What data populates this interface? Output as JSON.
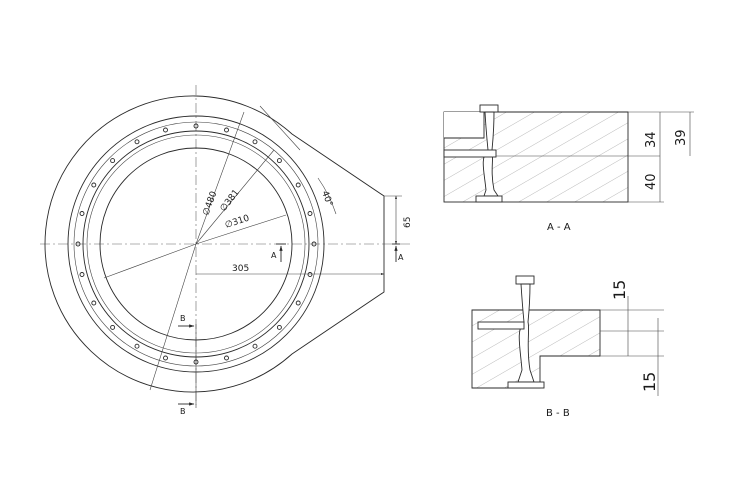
{
  "plan_view": {
    "dia_480": "∅480",
    "dia_381": "∅381",
    "dia_310": "∅310",
    "radius_305": "305",
    "width_65": "65",
    "angle_40": "40°",
    "cut_a_label": "A",
    "cut_b_label": "B"
  },
  "section_aa": {
    "title": "A - A",
    "dim_34": "34",
    "dim_39": "39",
    "dim_40": "40"
  },
  "section_bb": {
    "title": "B - B",
    "dim_15_top": "15",
    "dim_15_bottom": "15"
  },
  "colors": {
    "line": "#2a2a2a",
    "background": "#ffffff"
  }
}
